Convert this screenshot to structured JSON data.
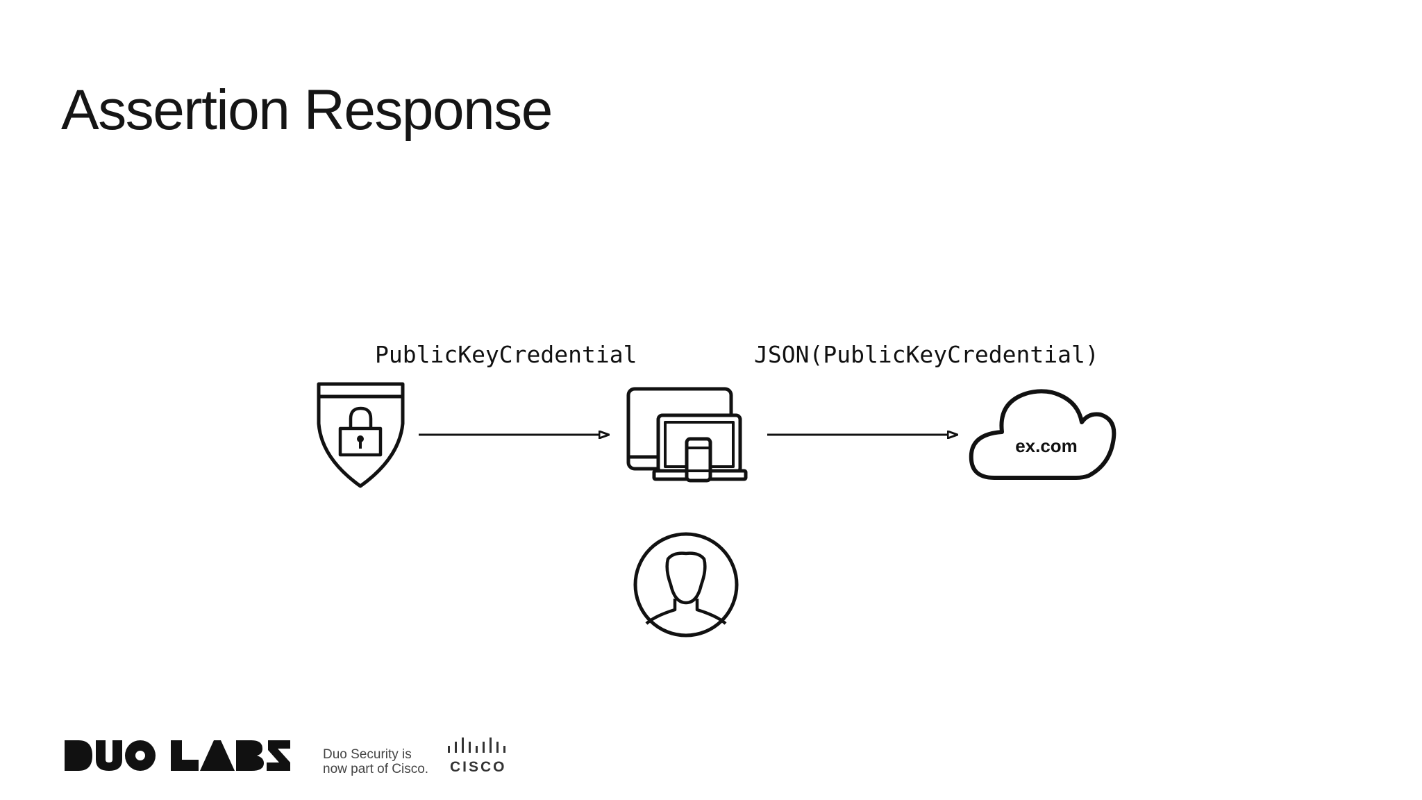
{
  "slide": {
    "title": "Assertion Response"
  },
  "diagram": {
    "edge_1_label": "PublicKeyCredential",
    "edge_2_label": "JSON(PublicKeyCredential)",
    "cloud_label": "ex.com",
    "nodes": [
      "authenticator-icon",
      "devices-icon",
      "cloud-icon",
      "user-icon"
    ]
  },
  "footer": {
    "brand_logo": "DUO LABS",
    "tagline_line1": "Duo Security is",
    "tagline_line2": "now part of Cisco.",
    "partner_logo": "CISCO"
  }
}
